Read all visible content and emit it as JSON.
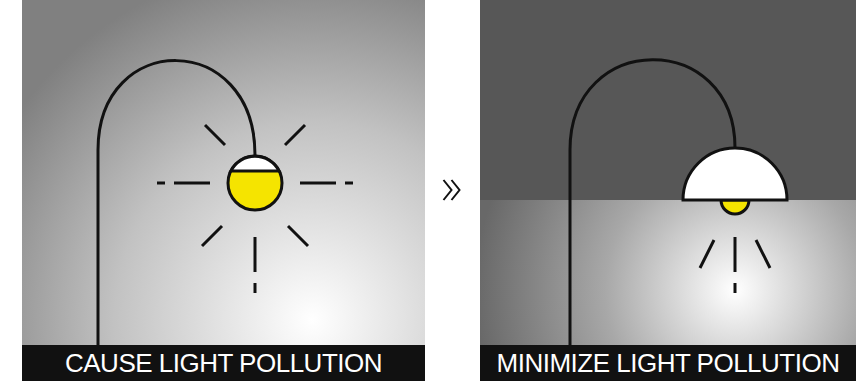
{
  "diagram": {
    "nodes": [
      {
        "text": [
          "CAUSE LIGHT POLLUTION"
        ]
      },
      {
        "text": [
          "MINIMIZE LIGHT POLLUTION"
        ]
      }
    ],
    "edges": [
      {
        "from": 0,
        "to": 1,
        "arrow": "to"
      }
    ]
  }
}
